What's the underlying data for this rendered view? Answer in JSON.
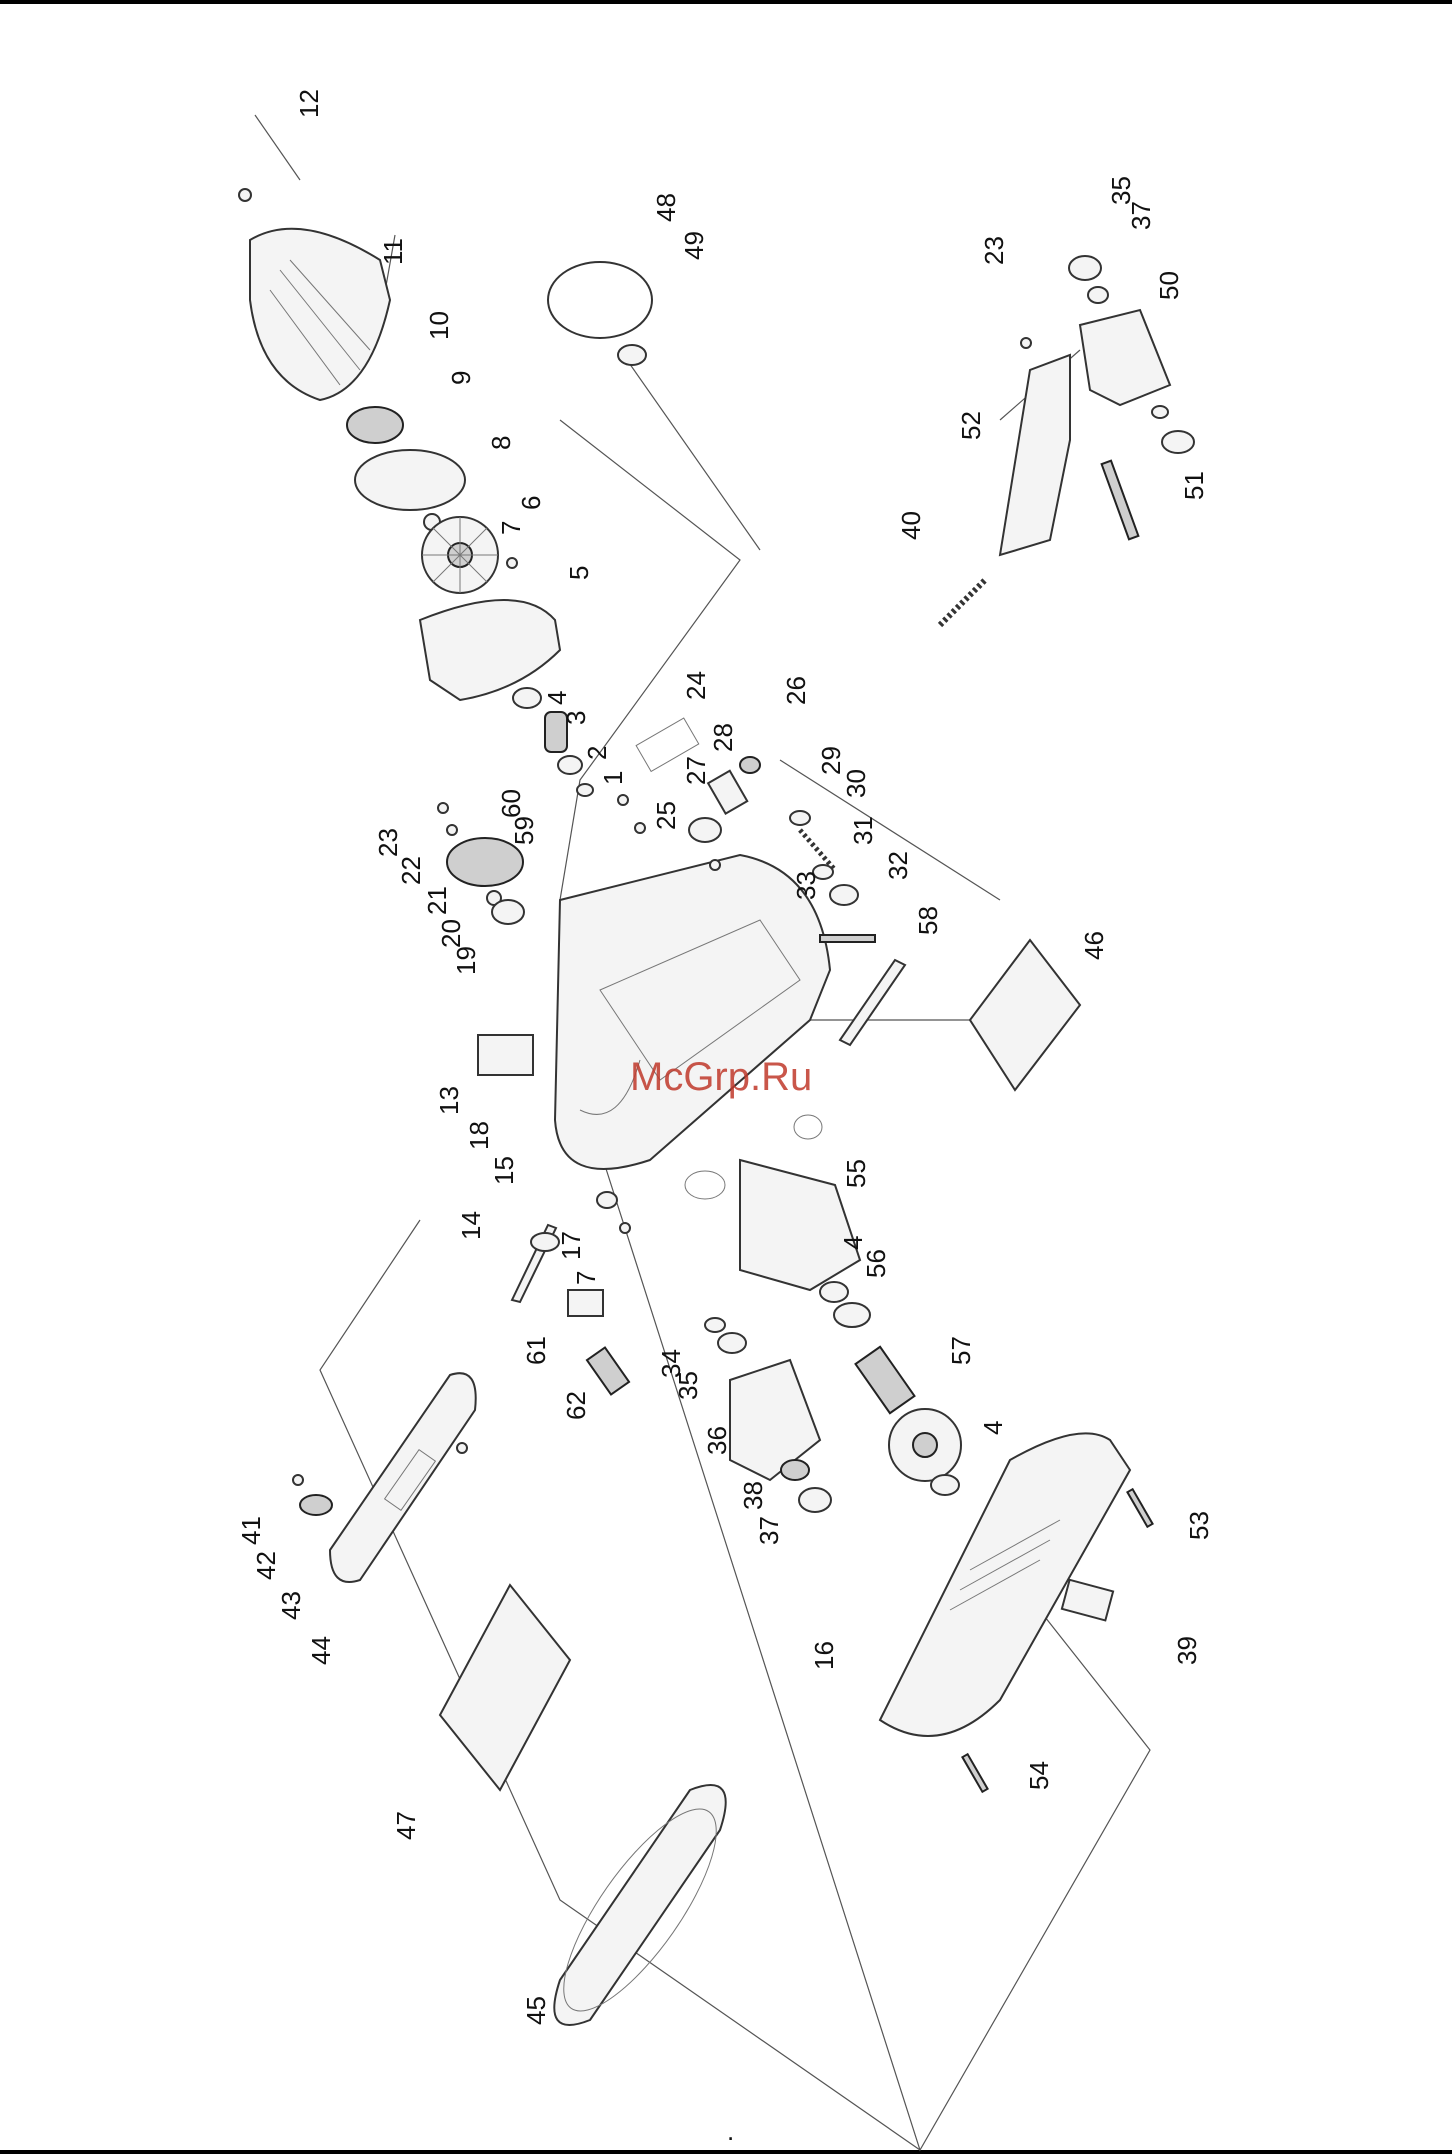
{
  "watermark": "McGrp.Ru",
  "labels": [
    "12",
    "11",
    "10",
    "9",
    "8",
    "6",
    "7",
    "5",
    "4",
    "3",
    "2",
    "1",
    "60",
    "59",
    "23",
    "22",
    "21",
    "20",
    "19",
    "13",
    "18",
    "15",
    "14",
    "17",
    "7",
    "61",
    "62",
    "35",
    "34",
    "36",
    "38",
    "37",
    "41",
    "42",
    "43",
    "44",
    "47",
    "45",
    "48",
    "49",
    "24",
    "28",
    "27",
    "25",
    "26",
    "29",
    "30",
    "31",
    "33",
    "32",
    "58",
    "46",
    "55",
    "4",
    "56",
    "57",
    "4",
    "16",
    "53",
    "39",
    "54",
    "23",
    "35",
    "37",
    "50",
    "52",
    "40",
    "51"
  ]
}
